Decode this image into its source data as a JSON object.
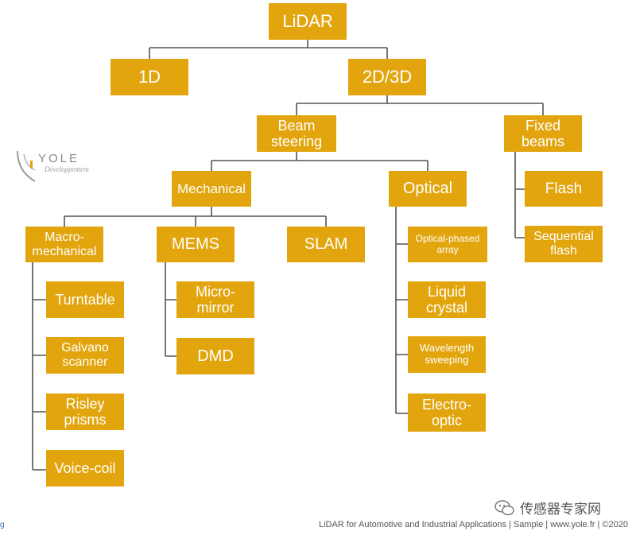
{
  "nodes": {
    "lidar": "LiDAR",
    "one_d": "1D",
    "two_d_three_d": "2D/3D",
    "beam_steering": "Beam\nsteering",
    "fixed_beams": "Fixed\nbeams",
    "mechanical": "Mechanical",
    "optical": "Optical",
    "flash": "Flash",
    "sequential_flash": "Sequential\nflash",
    "macro_mechanical": "Macro-\nmechanical",
    "mems": "MEMS",
    "slam": "SLAM",
    "optical_phased_array": "Optical-phased\narray",
    "turntable": "Turntable",
    "galvano_scanner": "Galvano\nscanner",
    "risley_prisms": "Risley\nprisms",
    "voice_coil": "Voice-coil",
    "micro_mirror": "Micro-\nmirror",
    "dmd": "DMD",
    "liquid_crystal": "Liquid\ncrystal",
    "wavelength_sweeping": "Wavelength\nsweeping",
    "electro_optic": "Electro-\noptic"
  },
  "logo": {
    "name": "YOLE",
    "subtitle": "Développement"
  },
  "footer": "LiDAR for Automotive and Industrial Applications | Sample | www.yole.fr | ©2020",
  "corner_text": "g",
  "watermark": "传感器专家网",
  "colors": {
    "node_fill": "#e2a50e",
    "node_text": "#ffffff",
    "line": "#555555"
  }
}
